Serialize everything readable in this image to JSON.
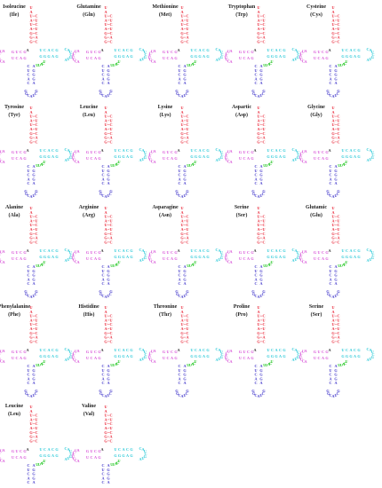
{
  "colors": {
    "acceptor": "#e8192c",
    "d_arm": "#d64bd6",
    "anticodon": "#3a2fc8",
    "t_arm": "#22c7d6",
    "variable": "#18c418",
    "junction": "#222222",
    "label": "#222222"
  },
  "structures": [
    {
      "name": "Isoleucine",
      "code": "(Ile)"
    },
    {
      "name": "Glutamine",
      "code": "(Gln)"
    },
    {
      "name": "Methionine",
      "code": "(Met)"
    },
    {
      "name": "Tryptophan",
      "code": "(Trp)"
    },
    {
      "name": "Cysteine",
      "code": "(Cys)"
    },
    {
      "name": "Tyrosine",
      "code": "(Tyr)"
    },
    {
      "name": "Leucine",
      "code": "(Leu)"
    },
    {
      "name": "Lysine",
      "code": "(Lys)"
    },
    {
      "name": "Aspartic",
      "code": "(Asp)"
    },
    {
      "name": "Glycine",
      "code": "(Gly)"
    },
    {
      "name": "Alanine",
      "code": "(Ala)"
    },
    {
      "name": "Arginine",
      "code": "(Arg)"
    },
    {
      "name": "Asparagine",
      "code": "(Asn)"
    },
    {
      "name": "Serine",
      "code": "(Ser)"
    },
    {
      "name": "Glutamic",
      "code": "(Glu)"
    },
    {
      "name": "Phenylalanine",
      "code": "(Phe)"
    },
    {
      "name": "Histidine",
      "code": "(His)"
    },
    {
      "name": "Threonine",
      "code": "(Thr)"
    },
    {
      "name": "Proline",
      "code": "(Pro)"
    },
    {
      "name": "Serine",
      "code": "(Ser)"
    },
    {
      "name": "Leucine",
      "code": "(Leu)"
    },
    {
      "name": "Valine",
      "code": "(Val)"
    }
  ]
}
